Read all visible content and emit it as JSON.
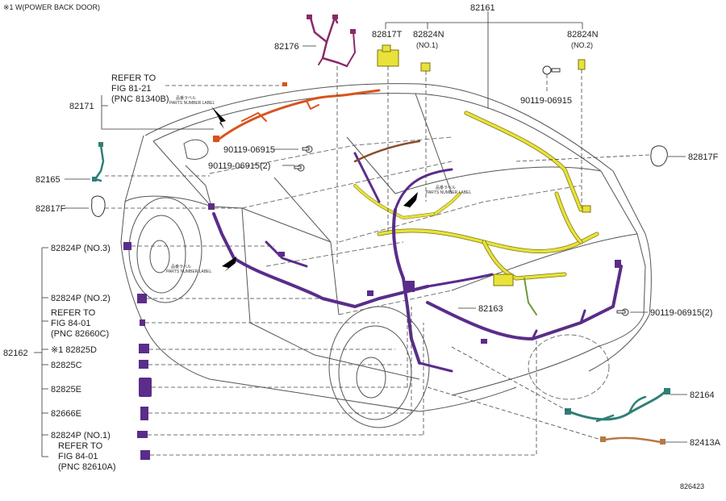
{
  "header_note": "※1 W(POWER BACK DOOR)",
  "figure_number": "826423",
  "parts": {
    "p82161": "82161",
    "p82817T": "82817T",
    "p82824N_no1": "82824N",
    "p82824N_no1_sub": "(NO.1)",
    "p82824N_no2": "82824N",
    "p82824N_no2_sub": "(NO.2)",
    "p82176": "82176",
    "p90119_top": "90119-06915",
    "p82171": "82171",
    "refer_81_line1": "REFER TO",
    "refer_81_line2": "FIG 81-21",
    "refer_81_line3": "(PNC 81340B)",
    "p90119_mid": "90119-06915",
    "p90119_mid2": "90119-06915(2)",
    "p82165": "82165",
    "p82817F_left": "82817F",
    "p82817F_right": "82817F",
    "p82824P_no3": "82824P (NO.3)",
    "p82824P_no2": "82824P (NO.2)",
    "refer_84_line1": "REFER TO",
    "refer_84_line2": "FIG 84-01",
    "refer_84_line3": "(PNC 82660C)",
    "p82162": "82162",
    "p82825D": "※1  82825D",
    "p82825C": "82825C",
    "p82825E": "82825E",
    "p82666E": "82666E",
    "p82824P_no1": "82824P (NO.1)",
    "refer_84b_line1": "REFER TO",
    "refer_84b_line2": "FIG 84-01",
    "refer_84b_line3": "(PNC 82610A)",
    "p82163": "82163",
    "p90119_right": "90119-06915(2)",
    "p82164": "82164",
    "p82413A": "82413A"
  },
  "part_number_labels": {
    "jp": "品番ラベル",
    "en": "PARTS NUMBER LABEL"
  },
  "colors": {
    "harness_main": "#5a2d8a",
    "harness_yellow": "#e8e23a",
    "harness_roof": "#d9531e",
    "harness_floor_rear": "#2f7f76",
    "harness_extension": "#b47a45"
  }
}
